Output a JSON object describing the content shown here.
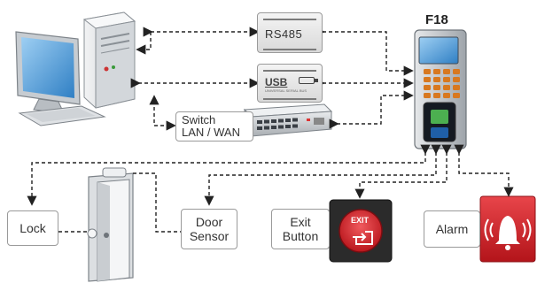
{
  "title": "",
  "devices": {
    "rs485": "RS485",
    "usb": "USB",
    "usb_sub": "UNIVERSAL SERIAL BUS",
    "switch": "Switch\nLAN / WAN",
    "switch_line1": "Switch",
    "switch_line2": "LAN / WAN",
    "terminal": "F18"
  },
  "labels": {
    "lock": "Lock",
    "door_sensor_1": "Door",
    "door_sensor_2": "Sensor",
    "exit_button_1": "Exit",
    "exit_button_2": "Button",
    "alarm": "Alarm"
  },
  "exit_icon_text": "EXIT",
  "colors": {
    "arrow": "#222222",
    "exit_red": "#d8242a",
    "alarm_red": "#d31f26",
    "terminal_silver": "#c9cdd2",
    "screen_blue": "#2c6fb8",
    "keypad_orange": "#d8781f"
  }
}
